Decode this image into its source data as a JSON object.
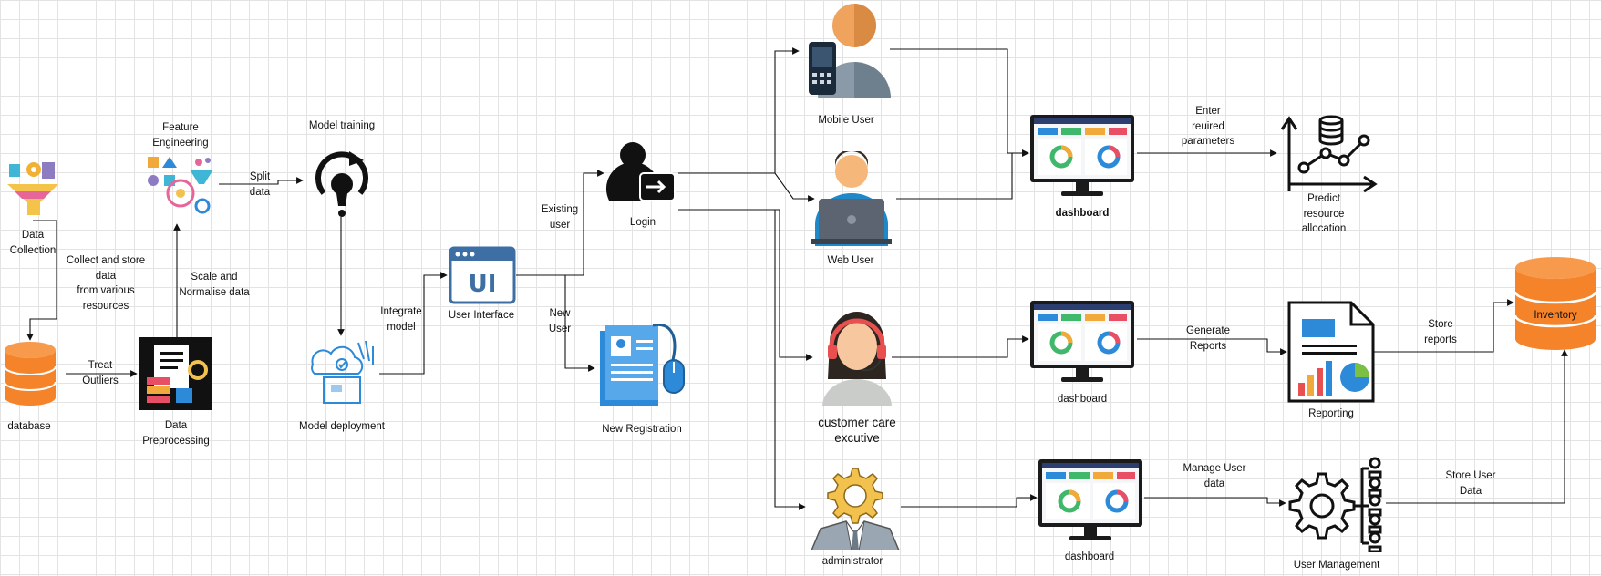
{
  "nodes": {
    "data_collection": "Data\nCollection",
    "collect_store": "Collect and store\ndata\nfrom various\nresources",
    "database": "database",
    "treat_outliers": "Treat\nOutliers",
    "data_preprocessing": "Data\nPreprocessing",
    "scale_normalise": "Scale and\nNormalise data",
    "feature_engineering": "Feature\nEngineering",
    "split_data": "Split\ndata",
    "model_training": "Model training",
    "model_deployment": "Model deployment",
    "integrate_model": "Integrate\nmodel",
    "user_interface": "User Interface",
    "existing_user": "Existing\nuser",
    "new_user": "New\nUser",
    "login": "Login",
    "new_registration": "New Registration",
    "mobile_user": "Mobile User",
    "web_user": "Web User",
    "customer_care": "customer care\nexcutive",
    "administrator": "administrator",
    "dashboard_1": "dashboard",
    "dashboard_2": "dashboard",
    "dashboard_3": "dashboard",
    "enter_params": "Enter\nreuired\nparameters",
    "predict": "Predict\nresource\nallocation",
    "generate_reports": "Generate\nReports",
    "reporting": "Reporting",
    "store_reports": "Store\nreports",
    "inventory": "Inventory",
    "manage_user_data": "Manage User\ndata",
    "user_management": "User Management",
    "store_user_data": "Store User\nData"
  },
  "colors": {
    "line": "#111111",
    "grid": "#e3e3e3",
    "database_orange": "#f5832a",
    "ui_blue": "#3d6fa5",
    "registration_blue": "#2d8ad8",
    "dashboard_dark": "#1b1b1b",
    "gear_yellow": "#f2c14e"
  },
  "icons": [
    "funnel-icon",
    "feature-engineering-icon",
    "database-icon",
    "data-preprocessing-icon",
    "model-training-icon",
    "model-deployment-icon",
    "ui-window-icon",
    "login-icon",
    "new-registration-icon",
    "mobile-user-icon",
    "web-user-icon",
    "customer-care-icon",
    "administrator-icon",
    "dashboard-monitor-icon",
    "predict-chart-icon",
    "reporting-icon",
    "inventory-database-icon",
    "user-management-icon"
  ]
}
